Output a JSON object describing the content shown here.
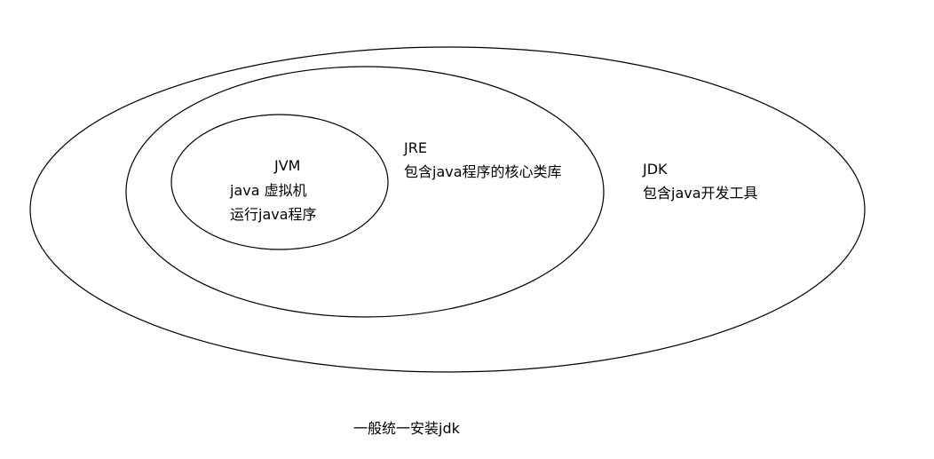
{
  "style": {
    "stroke_color": "#000000",
    "background": "#ffffff",
    "text_color": "#000000"
  },
  "jvm": {
    "title": "JVM",
    "line1": "java 虚拟机",
    "line2": "运行java程序"
  },
  "jre": {
    "title": "JRE",
    "line1": "包含java程序的核心类库"
  },
  "jdk": {
    "title": "JDK",
    "line1": "包含java开发工具"
  },
  "footer": {
    "note": "一般统一安装jdk"
  }
}
